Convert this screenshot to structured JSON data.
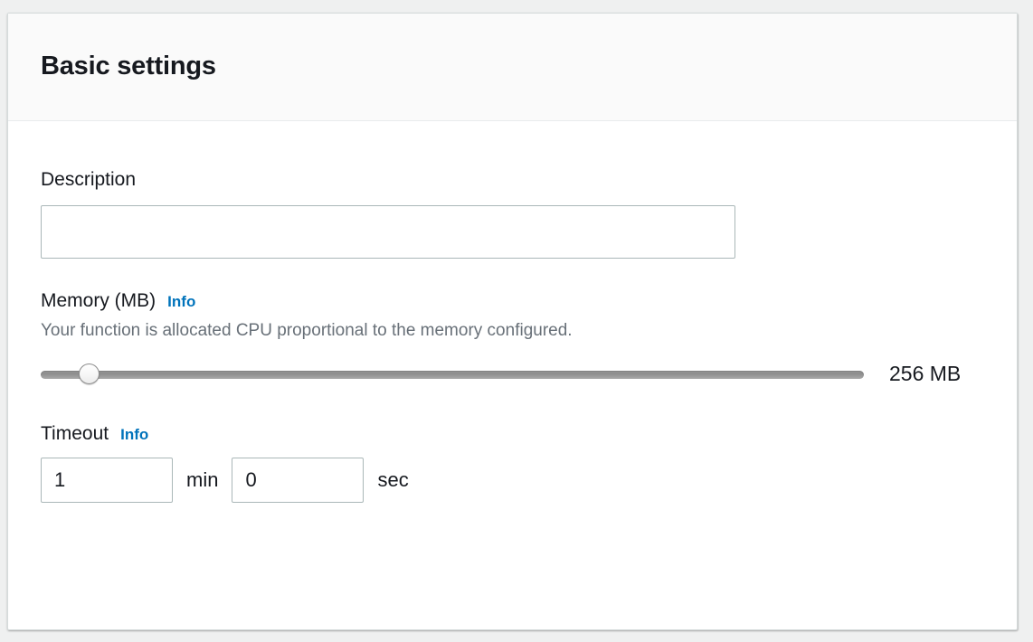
{
  "panel": {
    "title": "Basic settings"
  },
  "description_field": {
    "label": "Description",
    "value": "",
    "placeholder": ""
  },
  "memory_field": {
    "label": "Memory (MB)",
    "info_label": "Info",
    "hint": "Your function is allocated CPU proportional to the memory configured.",
    "value_display": "256 MB",
    "slider": {
      "value": 256,
      "min": 128,
      "max": 10240,
      "fill_percent": 5
    }
  },
  "timeout_field": {
    "label": "Timeout",
    "info_label": "Info",
    "minutes_value": "1",
    "minutes_unit": "min",
    "seconds_value": "0",
    "seconds_unit": "sec"
  },
  "colors": {
    "accent_link": "#0073bb",
    "text_primary": "#16191f",
    "text_secondary": "#687078",
    "input_border": "#aab7b8",
    "panel_header_bg": "#fafafa",
    "page_bg": "#eff0f0"
  }
}
